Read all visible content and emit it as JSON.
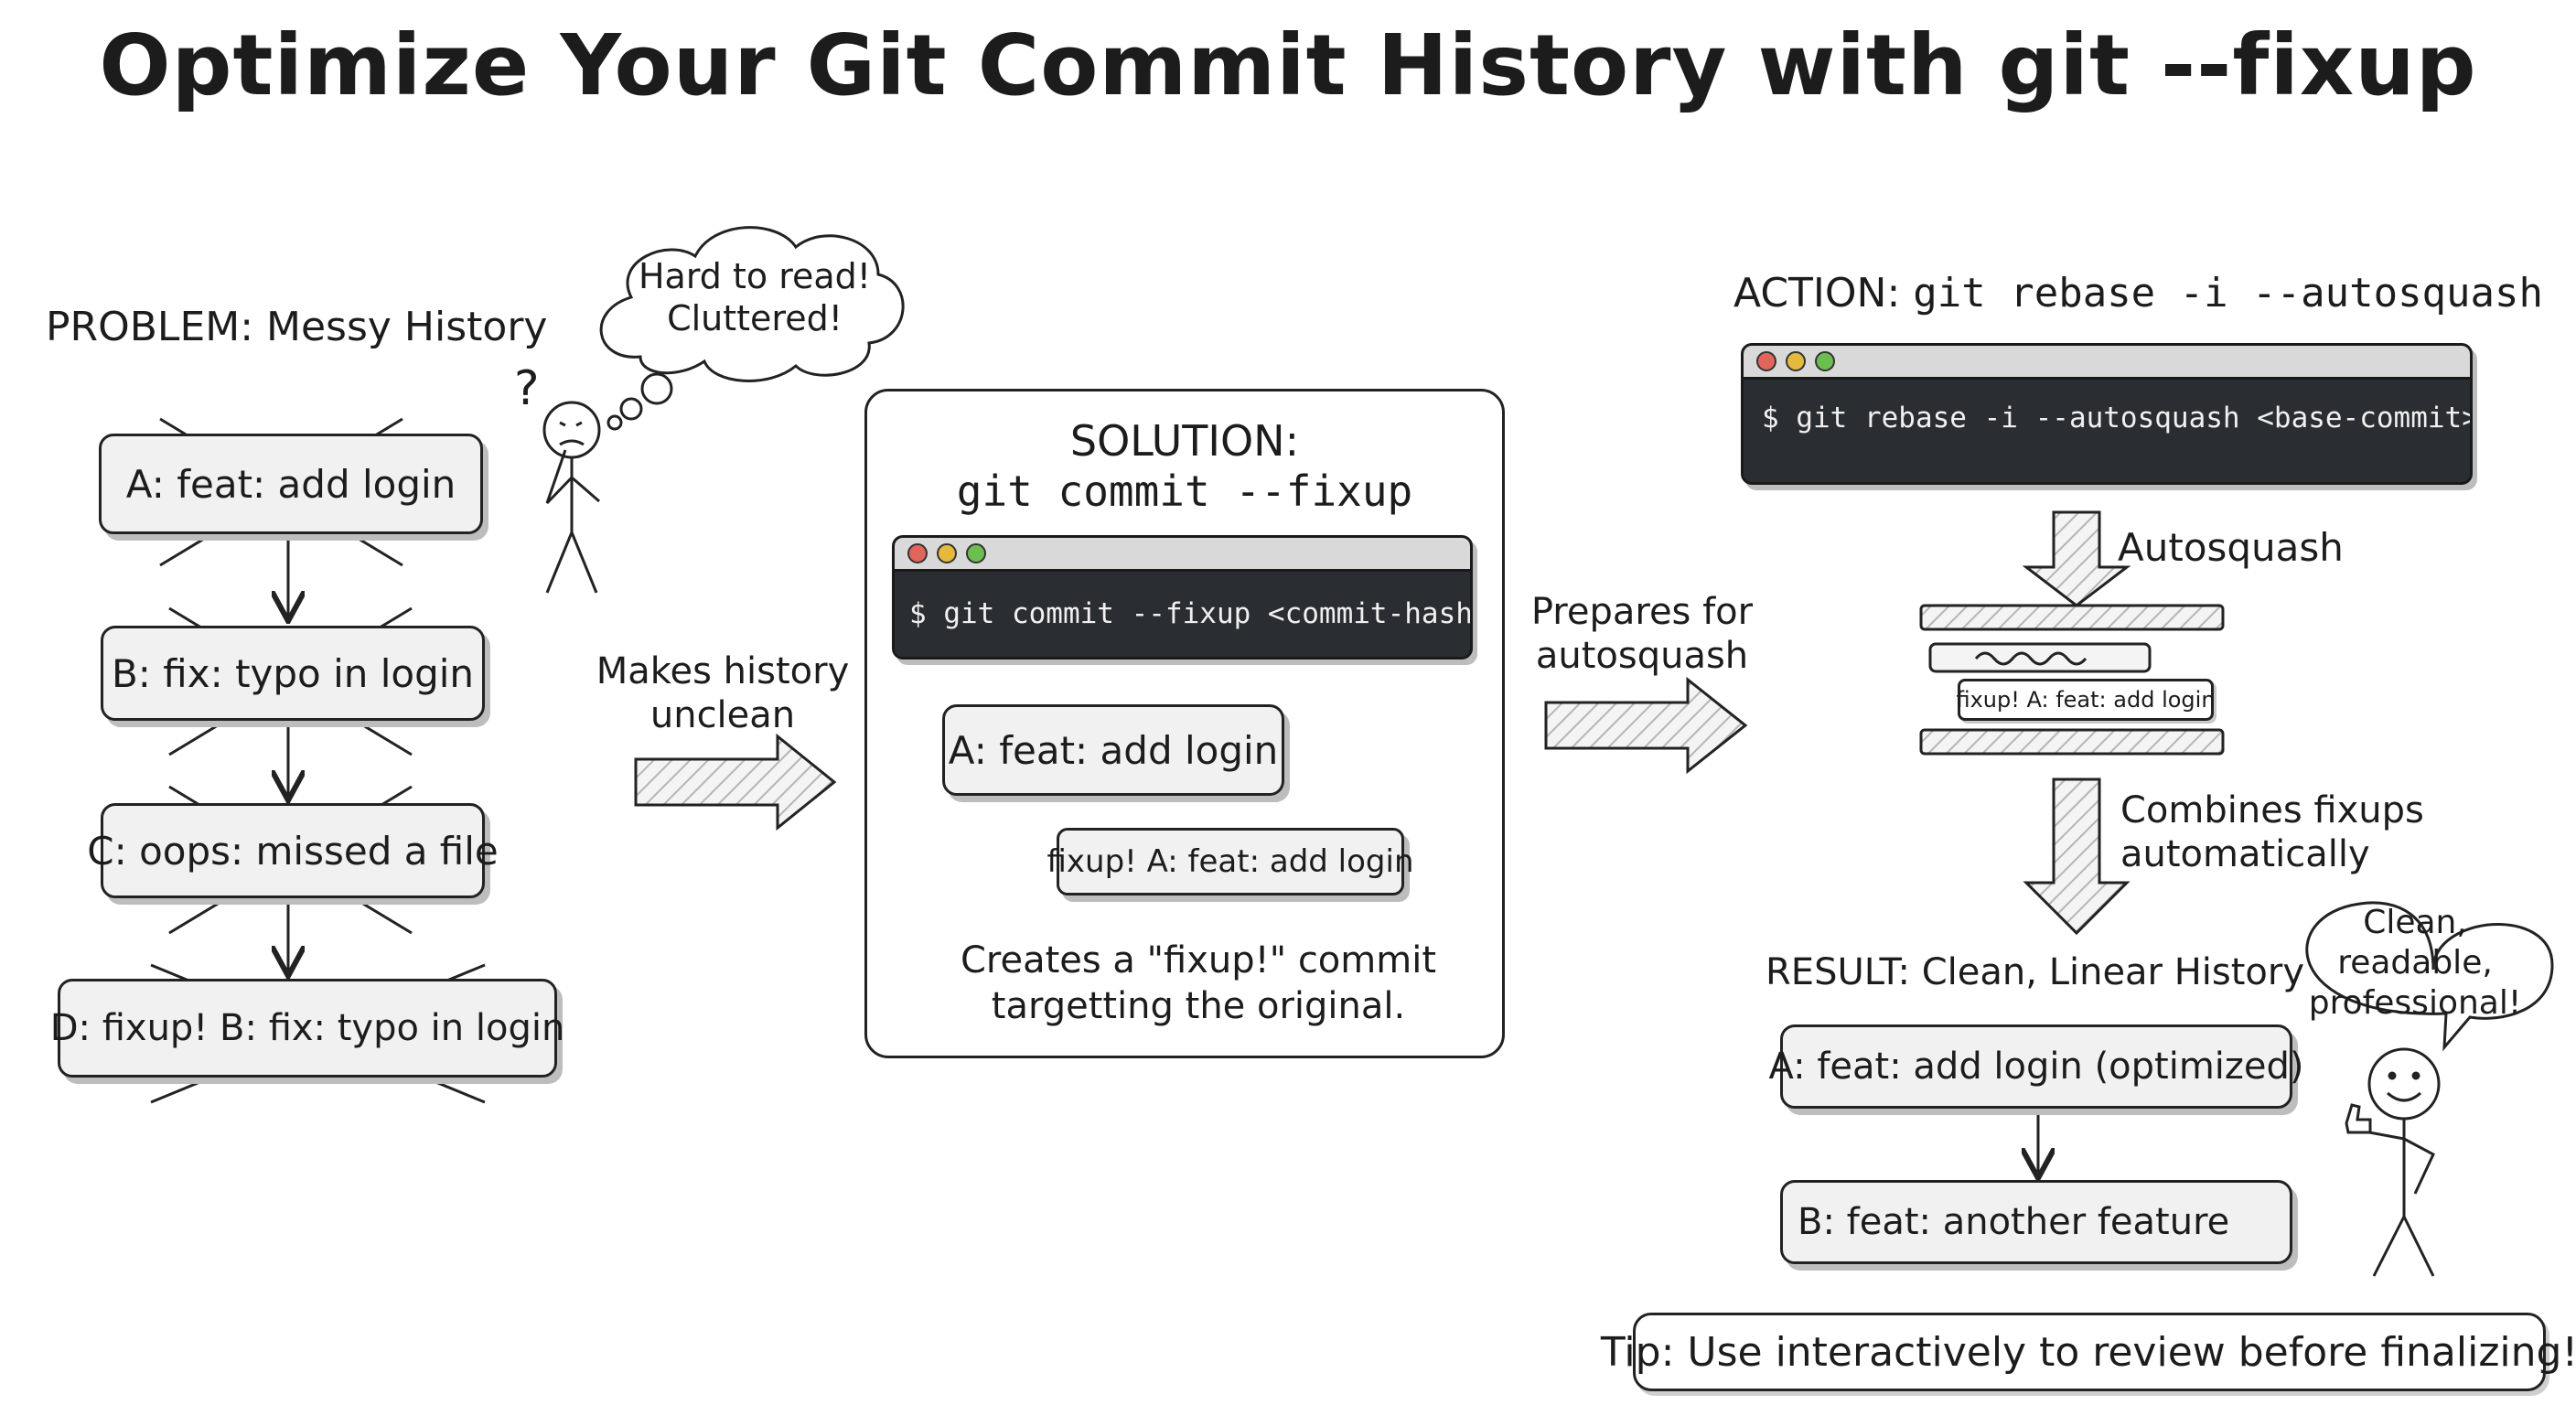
{
  "title": "Optimize Your Git Commit History with git --fixup",
  "problem": {
    "heading": "PROBLEM: Messy History",
    "thought": [
      "Hard to read!",
      "Cluttered!"
    ],
    "question_mark": "?",
    "commits": [
      "A: feat: add login",
      "B: fix: typo in login",
      "C: oops: missed a file",
      "D: fixup! B: fix: typo in login"
    ]
  },
  "arrow1_label": [
    "Makes history",
    "unclean"
  ],
  "solution": {
    "heading": "SOLUTION:",
    "command_title": "git commit --fixup",
    "terminal": "$ git commit --fixup <commit-hash>",
    "original_commit": "A: feat: add login",
    "fixup_commit": "fixup! A: feat: add login",
    "caption": [
      "Creates a \"fixup!\" commit",
      "targetting the original."
    ]
  },
  "arrow2_label": [
    "Prepares for",
    "autosquash"
  ],
  "action": {
    "heading_text": "ACTION: ",
    "heading_cmd": "git rebase -i --autosquash",
    "terminal": "$ git rebase -i --autosquash <base-commit>",
    "autosquash_label": "Autosquash",
    "stack_fixup": "fixup! A: feat: add login",
    "combines_label": [
      "Combines fixups",
      "automatically"
    ]
  },
  "result": {
    "heading": "RESULT: Clean, Linear History",
    "speech": [
      "Clean, readable,",
      "professional!"
    ],
    "commits": [
      "A: feat: add login (optimized)",
      "B: feat: another feature"
    ]
  },
  "tip": "Tip: Use interactively to review before finalizing!",
  "colors": {
    "terminal_bg": "#2a2d31",
    "dot_red": "#e0665c",
    "dot_yellow": "#e5b93c",
    "dot_green": "#6cbf4f",
    "box_fill": "#f1f1f1"
  }
}
